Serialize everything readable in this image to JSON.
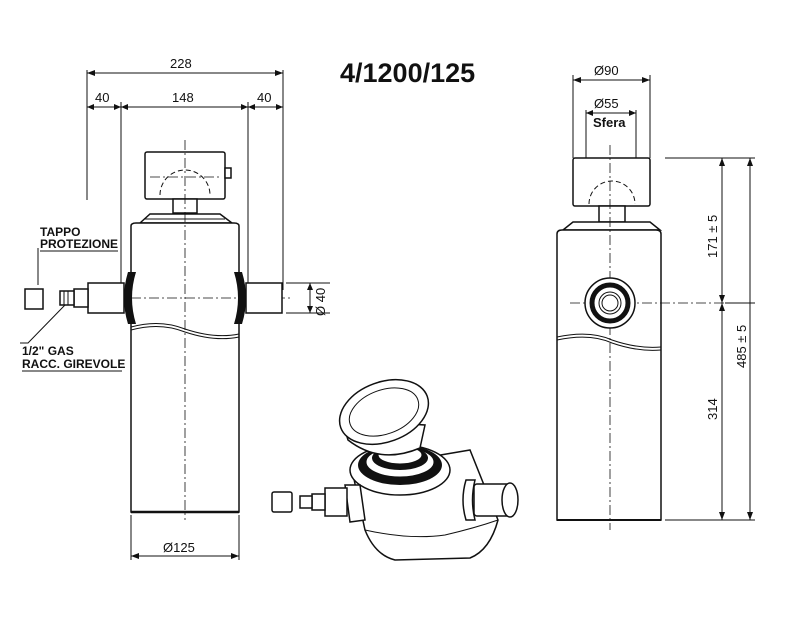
{
  "title": "4/1200/125",
  "dimensions": {
    "overall_width": "228",
    "left_offset": "40",
    "center_width": "148",
    "right_offset": "40",
    "port_diameter": "Ø 40",
    "body_diameter": "Ø125",
    "top_diameter": "Ø90",
    "ball_diameter": "Ø55",
    "ball_label": "Sfera",
    "height_top": "171 ± 5",
    "height_total": "485 ± 5",
    "height_lower": "314"
  },
  "labels": {
    "cap_line1": "TAPPO",
    "cap_line2": "PROTEZIONE",
    "fitting_line1": "1/2\" GAS",
    "fitting_line2": "RACC. GIREVOLE"
  }
}
